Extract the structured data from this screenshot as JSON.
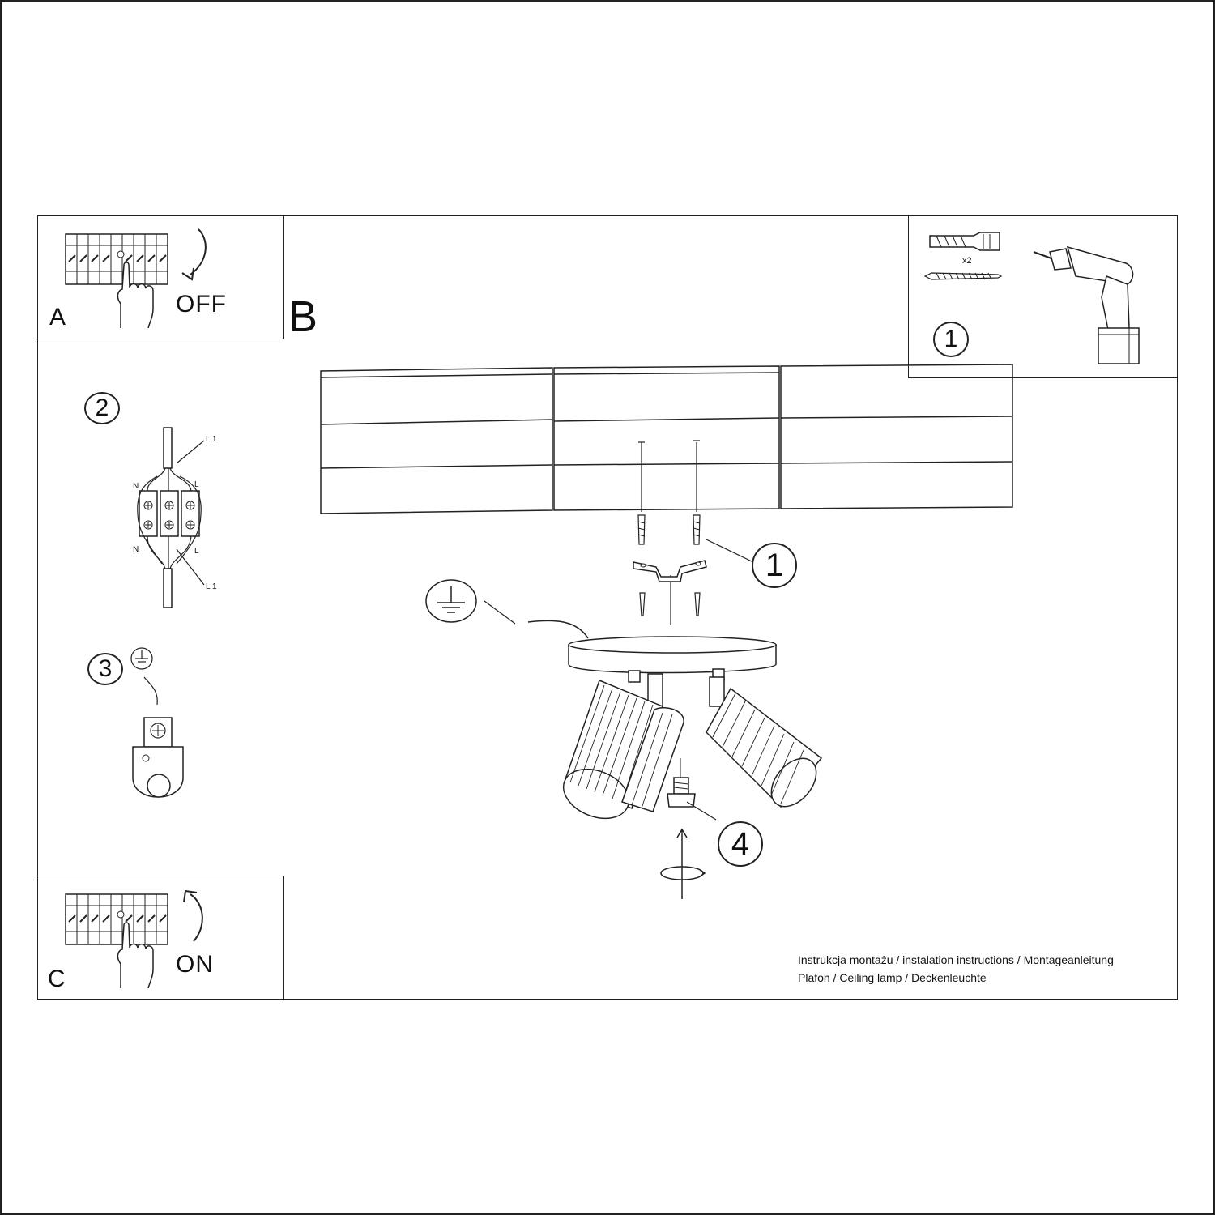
{
  "panels": {
    "a": {
      "letter": "A",
      "switch_label": "OFF"
    },
    "b": {
      "letter": "B"
    },
    "c": {
      "letter": "C",
      "switch_label": "ON"
    }
  },
  "tools": {
    "step": "1",
    "quantity": "x2"
  },
  "steps": {
    "wiring": {
      "number": "2",
      "labels": {
        "l1_top": "L 1",
        "n_top": "N",
        "l_top": "L",
        "n_bottom": "N",
        "l_bottom": "L",
        "l1_bottom": "L 1"
      }
    },
    "ground": {
      "number": "3"
    },
    "mounting": {
      "number": "1"
    },
    "screw": {
      "number": "4"
    }
  },
  "caption": {
    "line1": "Instrukcja montażu / instalation instructions / Montageanleitung",
    "line2": "Plafon / Ceiling lamp / Deckenleuchte"
  },
  "icons": [
    "circuit-breaker-icon",
    "hand-icon",
    "rotate-arrow-icon",
    "wall-plug-icon",
    "screw-icon",
    "drill-icon",
    "ground-symbol-icon",
    "terminal-block-icon",
    "ground-terminal-icon",
    "mounting-bracket-icon",
    "ceiling-lamp-icon"
  ]
}
